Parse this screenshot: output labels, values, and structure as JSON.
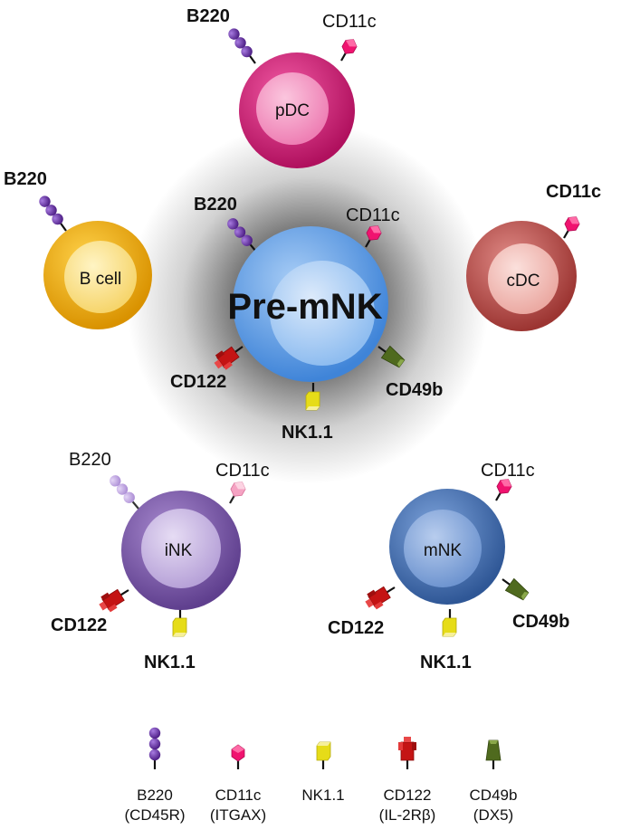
{
  "cells": {
    "pdc": "pDC",
    "bcell": "B cell",
    "premnk": "Pre-mNK",
    "cdc": "cDC",
    "ink": "iNK",
    "mnk": "mNK"
  },
  "markers": {
    "pdc_b220": "B220",
    "pdc_cd11c": "CD11c",
    "bcell_b220": "B220",
    "premnk_b220": "B220",
    "premnk_cd11c": "CD11c",
    "premnk_cd122": "CD122",
    "premnk_nk11": "NK1.1",
    "premnk_cd49b": "CD49b",
    "cdc_cd11c": "CD11c",
    "ink_b220": "B220",
    "ink_cd11c": "CD11c",
    "ink_cd122": "CD122",
    "ink_nk11": "NK1.1",
    "mnk_cd11c": "CD11c",
    "mnk_cd122": "CD122",
    "mnk_nk11": "NK1.1",
    "mnk_cd49b": "CD49b"
  },
  "legend": {
    "b220_line1": "B220",
    "b220_line2": "(CD45R)",
    "cd11c_line1": "CD11c",
    "cd11c_line2": "(ITGAX)",
    "nk11_line1": "NK1.1",
    "cd122_line1": "CD122",
    "cd122_line2": "(IL-2Rβ)",
    "cd49b_line1": "CD49b",
    "cd49b_line2": "(DX5)"
  },
  "colors": {
    "b220": "#6a2fa0",
    "cd11c": "#f0136f",
    "nk11": "#e0d61a",
    "cd122": "#c41414",
    "cd49b": "#4f6a1e",
    "pdc": "#d4197a",
    "bcell": "#f0b012",
    "premnk": "#5b9ee6",
    "cdc": "#b84a48",
    "ink": "#7b5aa8",
    "mnk": "#3d6cb0"
  }
}
